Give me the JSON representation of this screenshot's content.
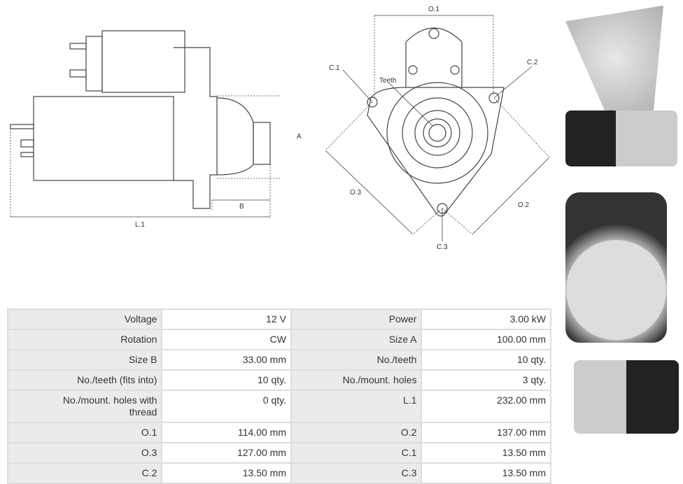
{
  "side_view": {
    "dim_a": "A",
    "dim_b": "B",
    "dim_l1": "L.1"
  },
  "front_view": {
    "o1": "O.1",
    "o2": "O.2",
    "o3": "O.3",
    "c1": "C.1",
    "c2": "C.2",
    "c3": "C.3",
    "teeth": "Teeth"
  },
  "specs": [
    [
      {
        "label": "Voltage",
        "value": "12 V"
      },
      {
        "label": "Power",
        "value": "3.00 kW"
      }
    ],
    [
      {
        "label": "Rotation",
        "value": "CW"
      },
      {
        "label": "Size A",
        "value": "100.00 mm"
      }
    ],
    [
      {
        "label": "Size B",
        "value": "33.00 mm"
      },
      {
        "label": "No./teeth",
        "value": "10 qty."
      }
    ],
    [
      {
        "label": "No./teeth (fits into)",
        "value": "10 qty."
      },
      {
        "label": "No./mount. holes",
        "value": "3 qty."
      }
    ],
    [
      {
        "label": "No./mount. holes with thread",
        "value": "0 qty."
      },
      {
        "label": "L.1",
        "value": "232.00 mm"
      }
    ],
    [
      {
        "label": "O.1",
        "value": "114.00 mm"
      },
      {
        "label": "O.2",
        "value": "137.00 mm"
      }
    ],
    [
      {
        "label": "O.3",
        "value": "127.00 mm"
      },
      {
        "label": "C.1",
        "value": "13.50 mm"
      }
    ],
    [
      {
        "label": "C.2",
        "value": "13.50 mm"
      },
      {
        "label": "C.3",
        "value": "13.50 mm"
      }
    ]
  ]
}
